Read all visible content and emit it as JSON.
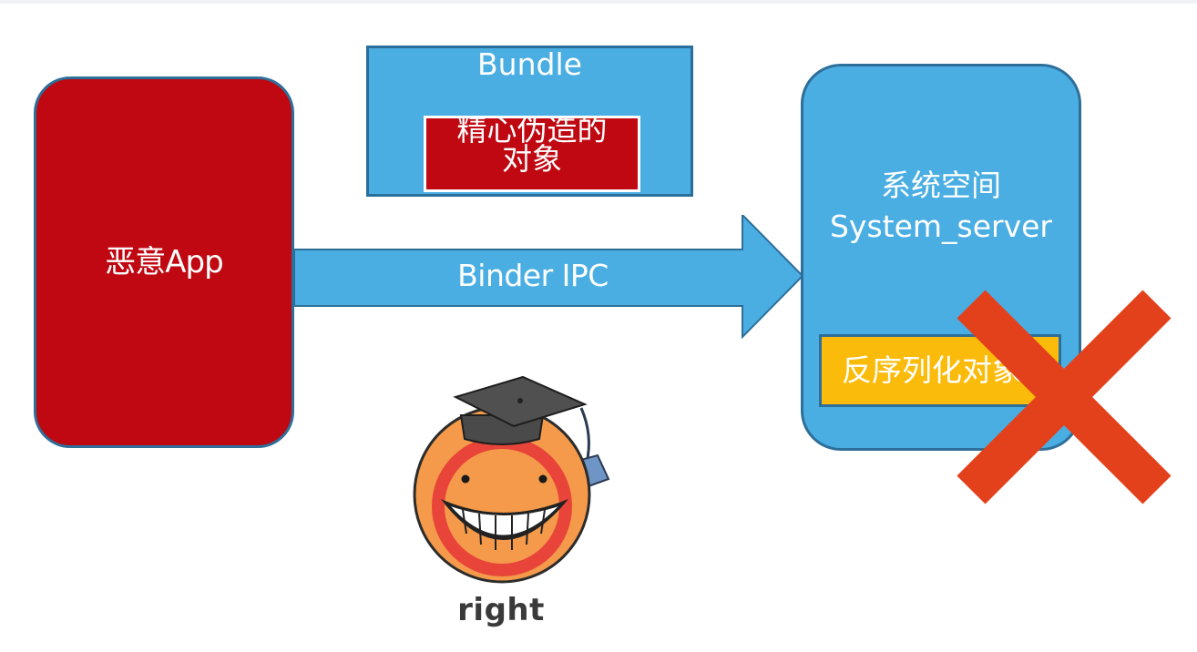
{
  "diagram": {
    "malicious_app": {
      "label": "恶意App"
    },
    "bundle": {
      "title": "Bundle",
      "crafted_object": {
        "line1": "精心伪造的",
        "line2": "对象"
      }
    },
    "ipc_arrow": {
      "label": "Binder IPC"
    },
    "system_space": {
      "line1": "系统空间",
      "line2": "System_server",
      "deserialize_box": "反序列化对象"
    },
    "mascot": {
      "caption": "right"
    },
    "colors": {
      "malicious": "#bf0812",
      "blue": "#4aaee3",
      "border": "#2e6f99",
      "yellow": "#fbbb0a",
      "cross": "#e2411c"
    }
  }
}
